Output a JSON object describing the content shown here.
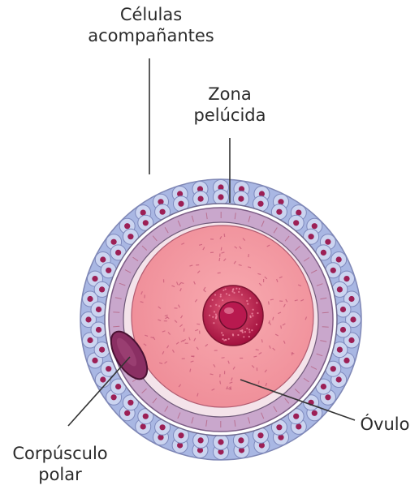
{
  "labels": {
    "celulas": [
      "Células",
      "acompañantes"
    ],
    "zona": [
      "Zona",
      "pelúcida"
    ],
    "ovulo": "Óvulo",
    "corpusculo": [
      "Corpúsculo",
      "polar"
    ]
  },
  "colors": {
    "outer_layer": "#a9b7e3",
    "outer_cell": "#cbd4f0",
    "outer_nucleus": "#9c1f55",
    "zona": "#c7a6cb",
    "ovum": "#f59ba3",
    "nucleus": "#c42a48",
    "nucleolus": "#b0184c",
    "polar_body": "#8a2f63",
    "leader_line": "#333333"
  }
}
